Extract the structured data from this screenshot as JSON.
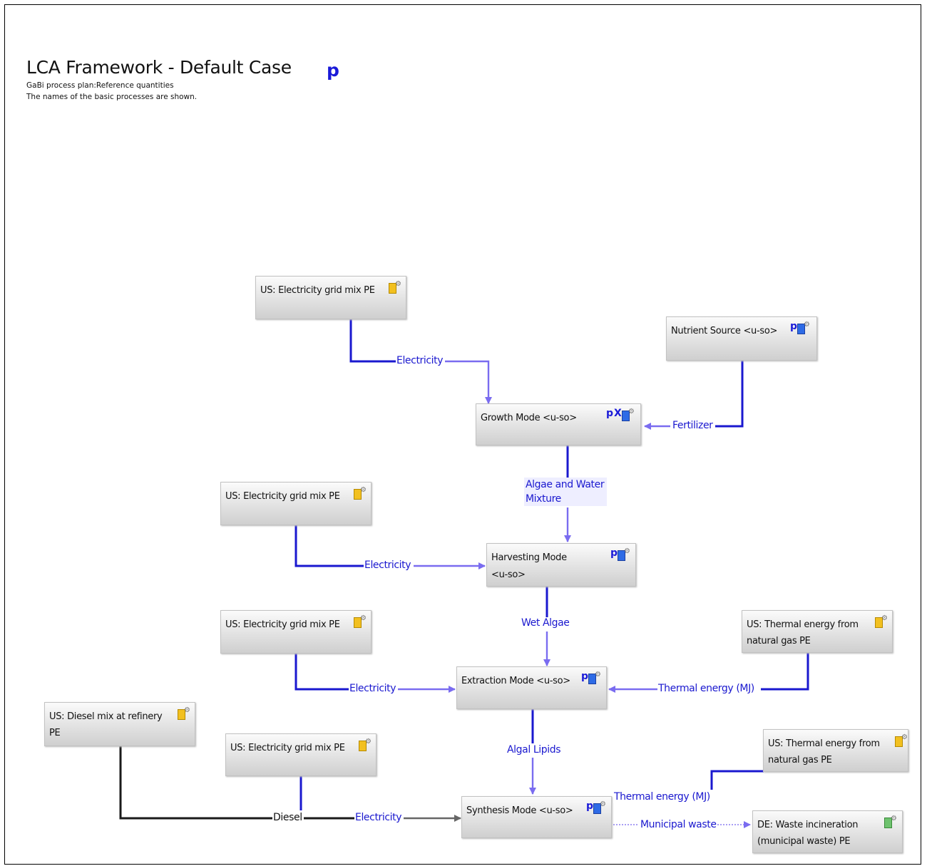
{
  "header": {
    "title": "LCA Framework - Default Case",
    "p_marker": "p",
    "subtitle_1": "GaBi process plan:Reference quantities",
    "subtitle_2": "The names of the basic processes are shown."
  },
  "processes": {
    "elec_grid_1": {
      "label": "US: Electricity grid mix PE",
      "icon": "yellow-process-gear-icon"
    },
    "nutrient_source": {
      "label": "Nutrient Source <u-so>",
      "icon": "blue-plan-gear-icon"
    },
    "growth_mode": {
      "label": "Growth Mode <u-so>",
      "icon": "blue-plan-gear-icon"
    },
    "elec_grid_2": {
      "label": "US: Electricity grid mix PE",
      "icon": "yellow-process-gear-icon"
    },
    "harvesting_mode": {
      "label": "Harvesting Mode\n<u-so>",
      "icon": "blue-plan-gear-icon"
    },
    "elec_grid_3": {
      "label": "US: Electricity grid mix PE",
      "icon": "yellow-process-gear-icon"
    },
    "thermal_1": {
      "label": "US: Thermal energy from\nnatural gas PE",
      "icon": "yellow-process-gear-icon"
    },
    "extraction_mode": {
      "label": "Extraction Mode <u-so>",
      "icon": "blue-plan-gear-icon"
    },
    "diesel_mix": {
      "label": "US: Diesel mix at refinery\nPE",
      "icon": "yellow-process-gear-icon"
    },
    "elec_grid_4": {
      "label": "US: Electricity grid mix PE",
      "icon": "yellow-process-gear-icon"
    },
    "thermal_2": {
      "label": "US: Thermal energy from\nnatural gas PE",
      "icon": "yellow-process-gear-icon"
    },
    "synthesis_mode": {
      "label": "Synthesis Mode <u-so>",
      "icon": "blue-plan-gear-icon"
    },
    "waste_incineration": {
      "label": "DE: Waste incineration\n(municipal waste) PE",
      "icon": "green-process-gear-icon"
    }
  },
  "icon_glyphs": {
    "p": "p",
    "x": "X",
    "gear": "⚙"
  },
  "flows": {
    "electricity_1": "Electricity",
    "fertilizer": "Fertilizer",
    "algae_water": "Algae and Water\nMixture",
    "electricity_2": "Electricity",
    "wet_algae": "Wet Algae",
    "electricity_3": "Electricity",
    "thermal_energy_1": "Thermal energy (MJ)",
    "algal_lipids": "Algal Lipids",
    "diesel": "Diesel",
    "electricity_4": "Electricity",
    "thermal_energy_2": "Thermal energy (MJ)",
    "municipal_waste": "Municipal waste"
  },
  "colors": {
    "flow_line": "#1a18cf",
    "arrow_light": "#7a6cf0",
    "plan_icon": "#2e6be6",
    "process_icon": "#f2c020",
    "waste_icon": "#6ec26e"
  }
}
